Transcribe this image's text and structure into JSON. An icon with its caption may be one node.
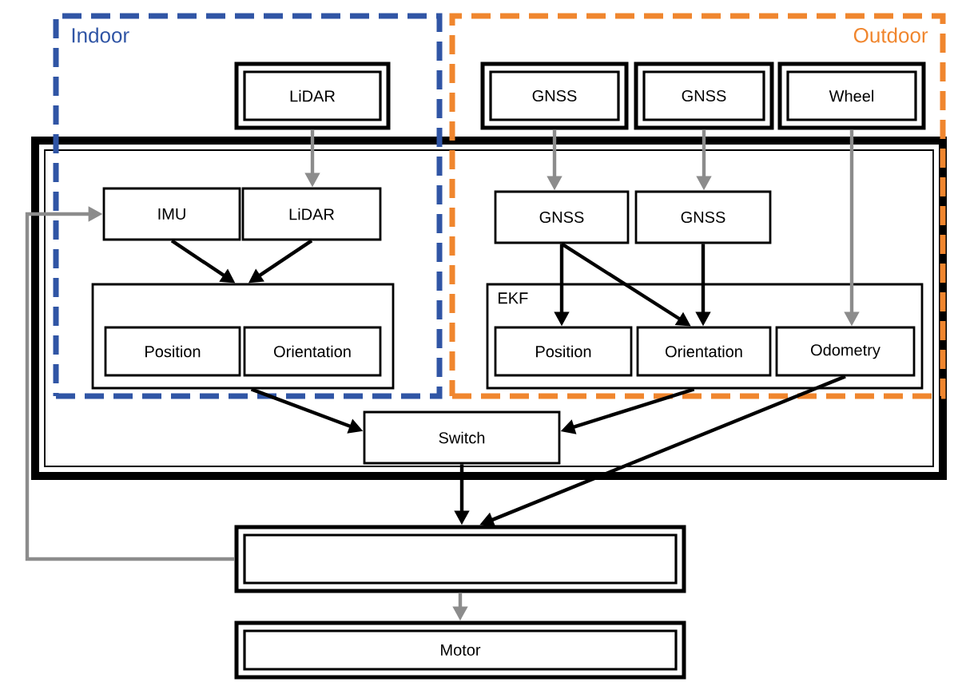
{
  "diagram": {
    "nodes": [
      {
        "text": [
          "Indoor"
        ]
      },
      {
        "text": [
          "Outdoor"
        ]
      },
      {
        "text": [],
        "shape": "box"
      },
      {
        "text": [
          "LiDAR"
        ],
        "in": 0
      },
      {
        "text": [
          "GNSS"
        ],
        "in": 1
      },
      {
        "text": [
          "GNSS"
        ],
        "in": 1
      },
      {
        "text": [
          "Wheel"
        ],
        "in": 1
      },
      {
        "text": [
          "IMU"
        ]
      },
      {
        "text": [
          "LiDAR"
        ]
      },
      {
        "text": [],
        "shape": "box"
      },
      {
        "text": [
          "Position"
        ],
        "in": 9
      },
      {
        "text": [
          "Orientation"
        ],
        "in": 9
      },
      {
        "text": [
          "GNSS"
        ]
      },
      {
        "text": [
          "GNSS"
        ]
      },
      {
        "text": [
          "EKF"
        ]
      },
      {
        "text": [
          "Position"
        ],
        "in": 14
      },
      {
        "text": [
          "Orientation"
        ],
        "in": 14
      },
      {
        "text": [
          "Odometry"
        ],
        "in": 14
      },
      {
        "text": [
          "Switch"
        ],
        "in": 2
      },
      {
        "text": [],
        "shape": "box"
      },
      {
        "text": [
          "Motor"
        ]
      }
    ],
    "edges": [
      {
        "from": 3,
        "to": 8,
        "arrow": "to",
        "color": "#8c8c8c"
      },
      {
        "from": 4,
        "to": 12,
        "arrow": "to",
        "color": "#8c8c8c"
      },
      {
        "from": 5,
        "to": 13,
        "arrow": "to",
        "color": "#8c8c8c"
      },
      {
        "from": 6,
        "to": 17,
        "arrow": "to",
        "color": "#8c8c8c"
      },
      {
        "from": 7,
        "to": 9,
        "arrow": "to"
      },
      {
        "from": 8,
        "to": 9,
        "arrow": "to"
      },
      {
        "from": 12,
        "to": 15,
        "arrow": "to"
      },
      {
        "from": 12,
        "to": 16,
        "arrow": "to"
      },
      {
        "from": 13,
        "to": 16,
        "arrow": "to"
      },
      {
        "from": 9,
        "to": 18,
        "arrow": "to"
      },
      {
        "from": 14,
        "to": 18,
        "arrow": "to"
      },
      {
        "from": 17,
        "to": 19,
        "arrow": "to"
      },
      {
        "from": 18,
        "to": 19,
        "arrow": "to"
      },
      {
        "from": 19,
        "to": 20,
        "arrow": "to",
        "color": "#8c8c8c"
      },
      {
        "from": 19,
        "to": 7,
        "arrow": "to",
        "color": "#8c8c8c"
      }
    ]
  }
}
